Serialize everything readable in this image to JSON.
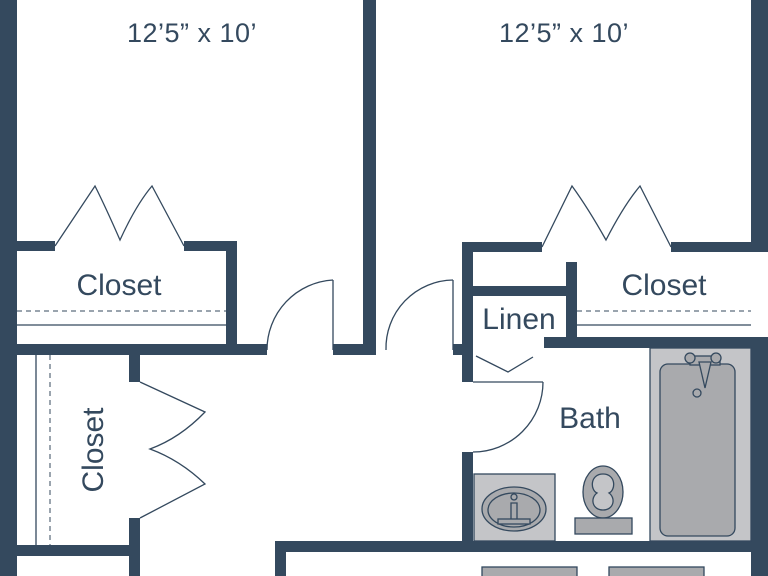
{
  "plan": {
    "bedroom_left": {
      "dimensions": "12’5” x 10’"
    },
    "bedroom_right": {
      "dimensions": "12’5” x 10’"
    },
    "closet_left": {
      "label": "Closet"
    },
    "closet_right": {
      "label": "Closet"
    },
    "closet_hall": {
      "label": "Closet"
    },
    "linen": {
      "label": "Linen"
    },
    "bath": {
      "label": "Bath"
    }
  },
  "colors": {
    "wall": "#34495e",
    "fixture": "#a9aaad",
    "background": "#ffffff"
  }
}
